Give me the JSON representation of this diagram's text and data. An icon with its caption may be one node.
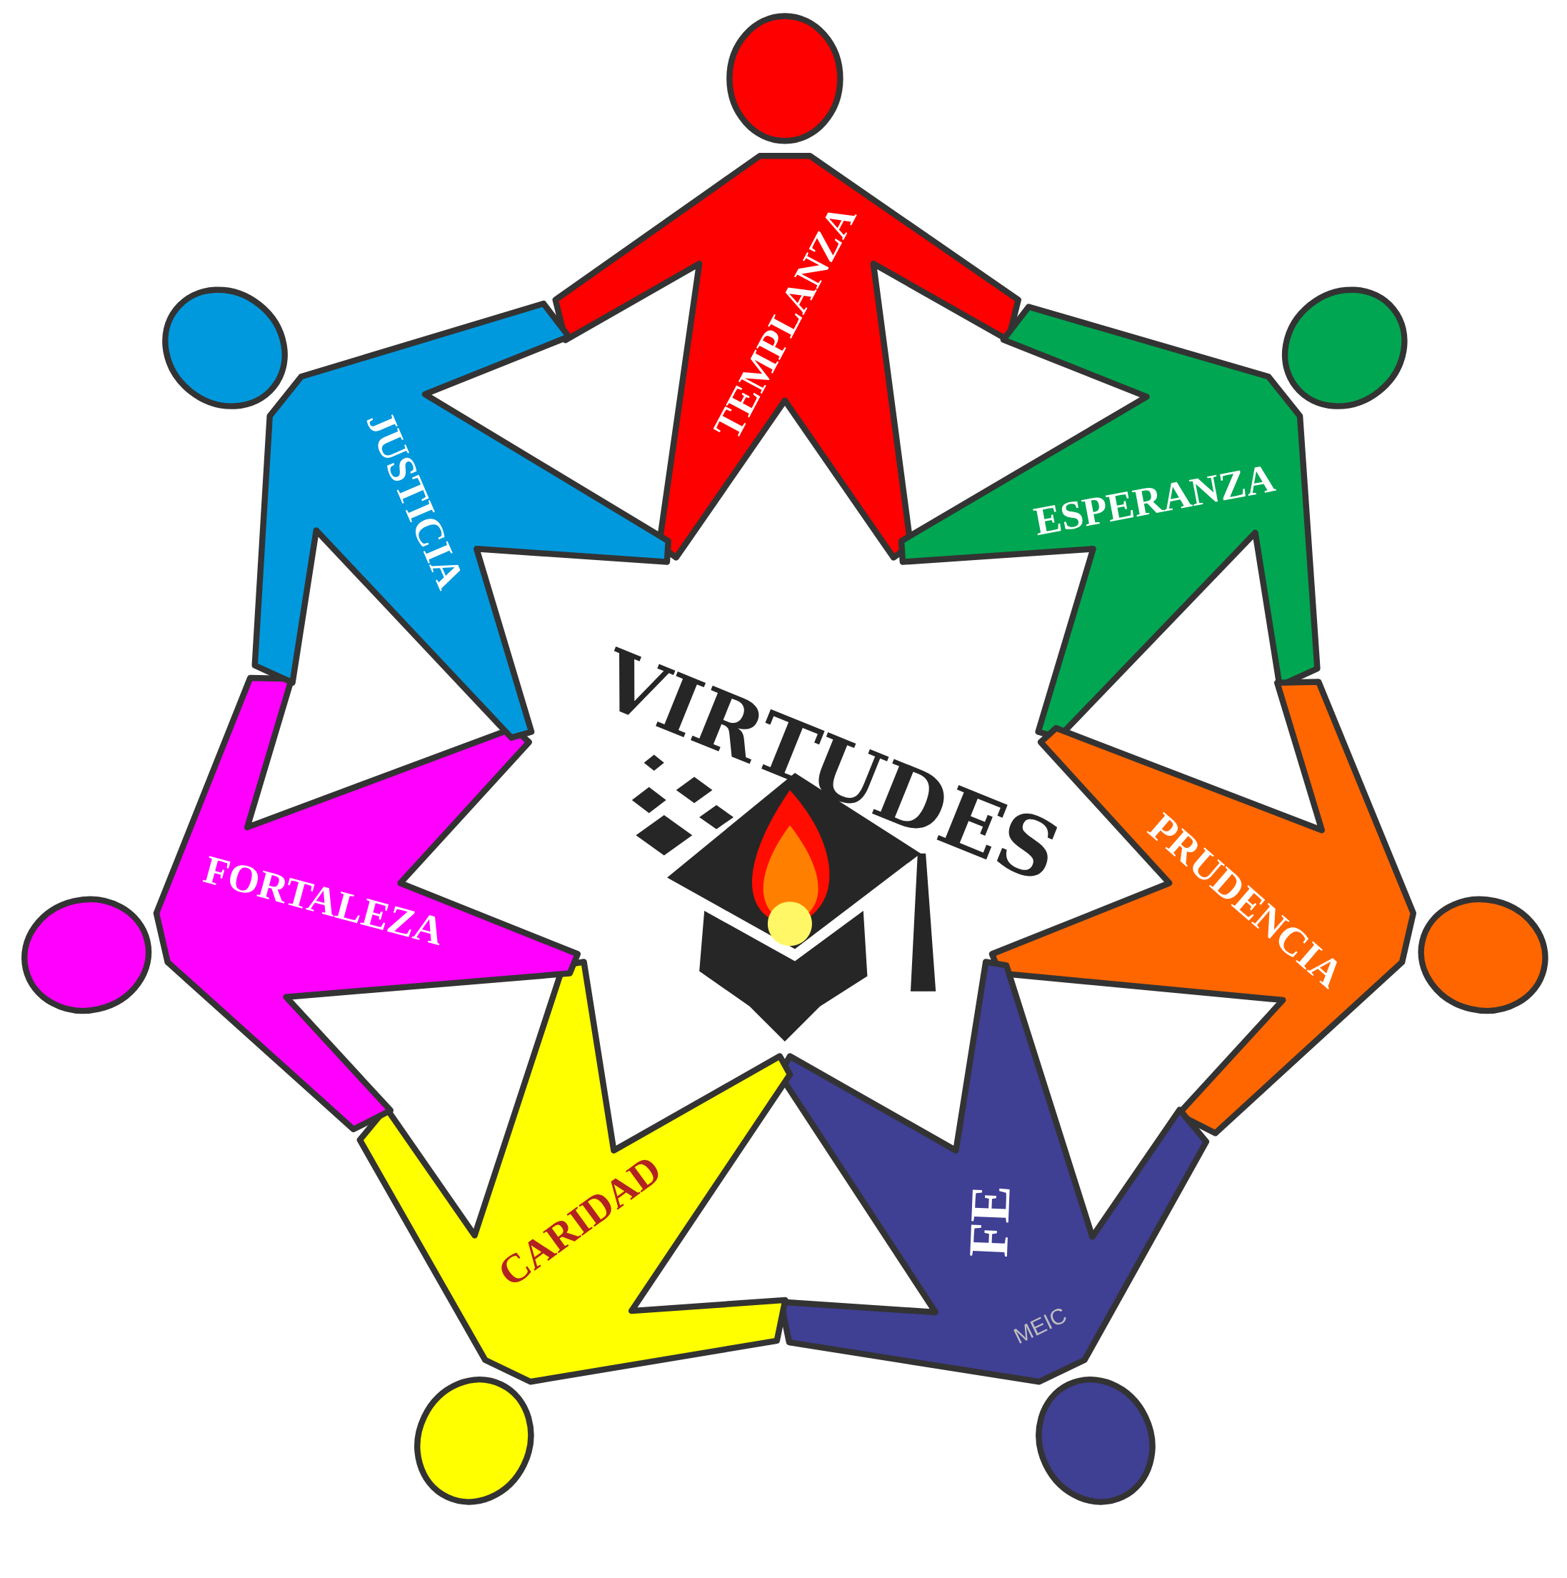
{
  "diagram": {
    "title": "VIRTUDES",
    "nodes": [
      {
        "text": [
          "TEMPLANZA"
        ]
      },
      {
        "text": [
          "ESPERANZA"
        ]
      },
      {
        "text": [
          "PRUDENCIA"
        ]
      },
      {
        "text": [
          "FE",
          "MEIC"
        ]
      },
      {
        "text": [
          "CARIDAD"
        ]
      },
      {
        "text": [
          "FORTALEZA"
        ]
      },
      {
        "text": [
          "JUSTICIA"
        ]
      }
    ]
  }
}
